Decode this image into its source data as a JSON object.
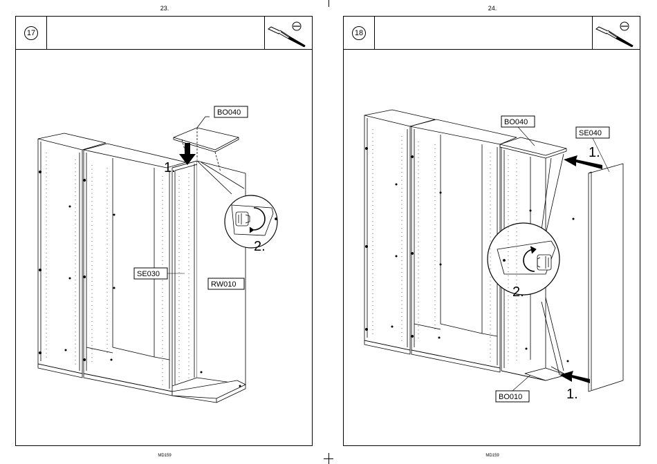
{
  "pages": [
    {
      "page_number": "23.",
      "step_number": "17",
      "footer": "MD159",
      "labels": {
        "top_panel": "BO040",
        "side_panel": "SE030",
        "back_panel": "RW010"
      },
      "step_markers": {
        "first": "1.",
        "second": "2."
      },
      "icons": [
        "screwdriver-icon",
        "slotted-screw-icon",
        "cam-lock-icon"
      ]
    },
    {
      "page_number": "24.",
      "step_number": "18",
      "footer": "MD159",
      "labels": {
        "top_panel": "BO040",
        "side_panel": "SE040",
        "bottom_panel": "BO010"
      },
      "step_markers": {
        "first_top": "1.",
        "second": "2.",
        "first_bottom": "1."
      },
      "icons": [
        "screwdriver-icon",
        "slotted-screw-icon",
        "cam-lock-icon"
      ]
    }
  ]
}
